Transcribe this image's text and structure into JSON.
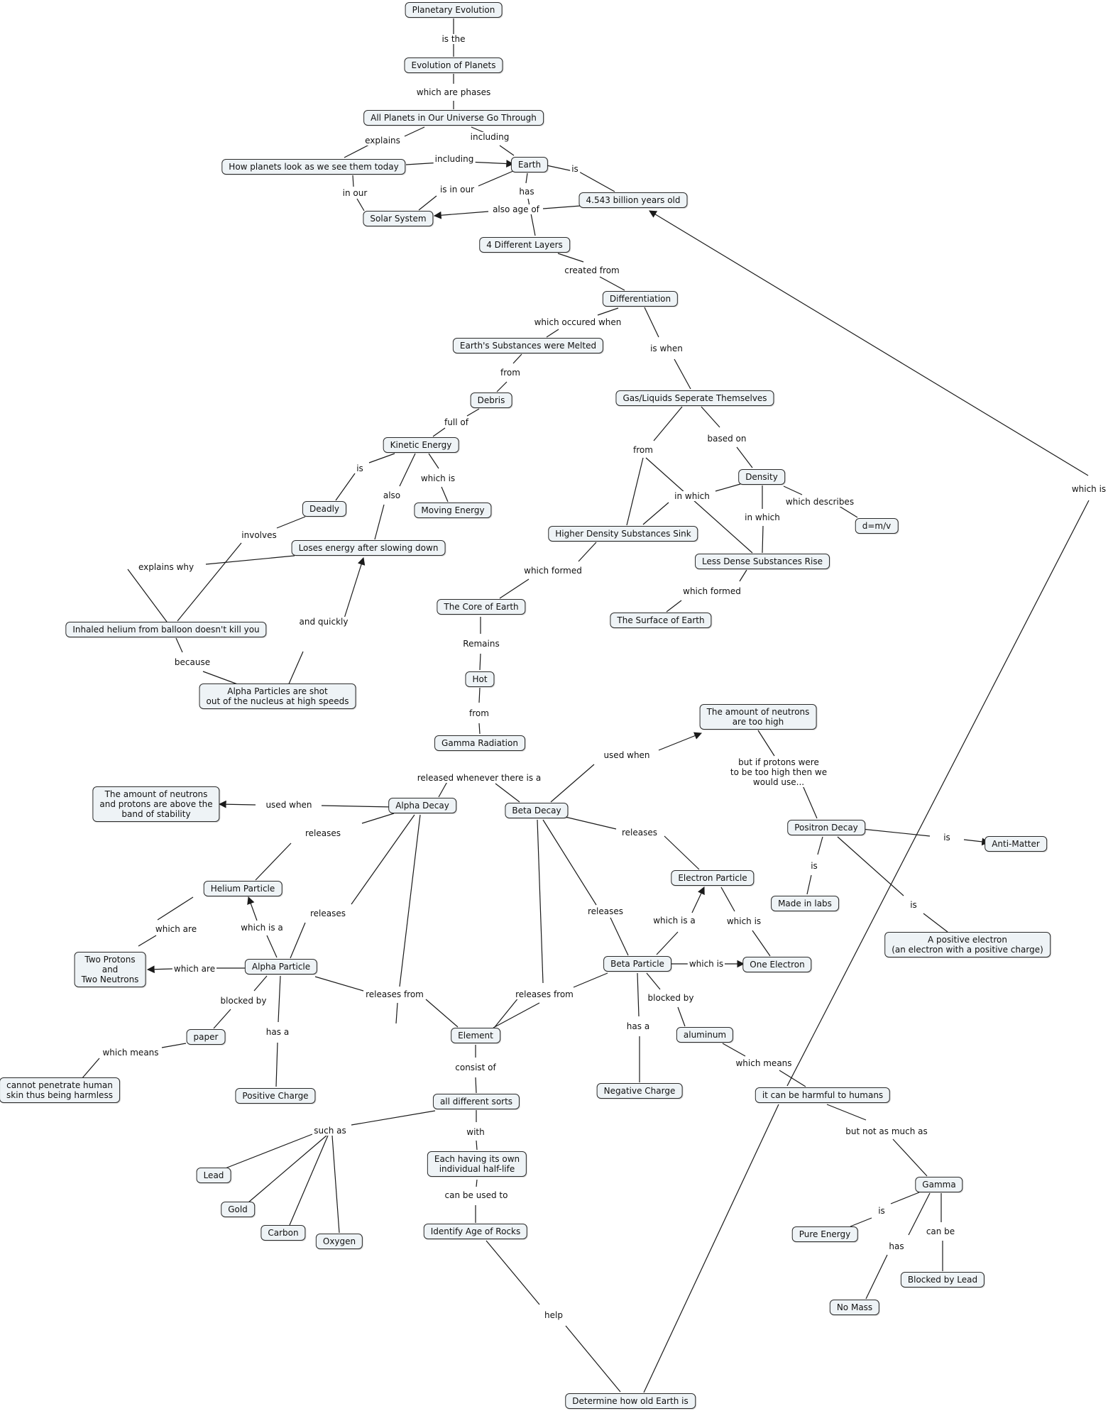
{
  "nodes": {
    "planetary_evolution": "Planetary Evolution",
    "evolution_planets": "Evolution of Planets",
    "all_planets": "All Planets in Our Universe Go Through",
    "how_planets": "How planets look as we see them today",
    "earth": "Earth",
    "age": "4.543 billion years old",
    "solar_system": "Solar System",
    "four_layers": "4 Different Layers",
    "differentiation": "Differentiation",
    "melted": "Earth's Substances were Melted",
    "debris": "Debris",
    "gas_liquids": "Gas/Liquids Seperate Themselves",
    "kinetic": "Kinetic Energy",
    "deadly": "Deadly",
    "moving_energy": "Moving Energy",
    "loses_energy": "Loses energy after slowing down",
    "density": "Density",
    "dmv": "d=m/v",
    "higher_density": "Higher Density Substances Sink",
    "less_dense": "Less Dense Substances Rise",
    "inhaled": "Inhaled helium from balloon doesn't kill you",
    "core": "The Core of Earth",
    "surface": "The Surface of Earth",
    "alpha_shot": "Alpha Particles are shot\nout of the nucleus at high speeds",
    "hot": "Hot",
    "neutrons_high": "The amount of neutrons\nare too high",
    "gamma_radiation": "Gamma Radiation",
    "neutrons_protons": "The amount of neutrons\nand protons are above the\nband of stability",
    "alpha_decay": "Alpha Decay",
    "beta_decay": "Beta Decay",
    "positron_decay": "Positron Decay",
    "anti_matter": "Anti-Matter",
    "helium_particle": "Helium Particle",
    "electron_particle": "Electron Particle",
    "made_labs": "Made in labs",
    "positive_electron": "A positive electron\n(an electron with a positive charge)",
    "two_protons": "Two Protons\nand\nTwo Neutrons",
    "alpha_particle": "Alpha Particle",
    "beta_particle": "Beta Particle",
    "one_electron": "One Electron",
    "paper": "paper",
    "element": "Element",
    "aluminum": "aluminum",
    "cannot_penetrate": "cannot penetrate human\nskin thus being harmless",
    "positive_charge": "Positive Charge",
    "negative_charge": "Negative Charge",
    "harmful": "it can be harmful to humans",
    "all_sorts": "all different sorts",
    "half_life": "Each having its own\nindividual half-life",
    "lead": "Lead",
    "gold": "Gold",
    "carbon": "Carbon",
    "oxygen": "Oxygen",
    "gamma": "Gamma",
    "pure_energy": "Pure Energy",
    "identify_age": "Identify Age of Rocks",
    "blocked_lead": "Blocked by Lead",
    "no_mass": "No Mass",
    "determine_age": "Determine how old Earth is"
  },
  "edge_labels": {
    "is_the": "is the",
    "which_are_phases": "which are phases",
    "explains": "explains",
    "including_1": "including",
    "including_2": "including",
    "is_age": "is",
    "in_our": "in our",
    "is_in_our": "is in our",
    "has_layers": "has",
    "also_age_of": "also age of",
    "created_from": "created from",
    "which_occured_when": "which occured when",
    "is_when": "is when",
    "from_debris": "from",
    "full_of": "full of",
    "from_gas": "from",
    "based_on": "based on",
    "is_deadly": "is",
    "also": "also",
    "which_is_moving": "which is",
    "in_which_1": "in which",
    "in_which_2": "in which",
    "which_describes": "which describes",
    "involves": "involves",
    "explains_why": "explains why",
    "which_formed_1": "which formed",
    "which_formed_2": "which formed",
    "and_quickly": "and quickly",
    "because": "because",
    "remains": "Remains",
    "from_gamma": "from",
    "used_when_beta": "used when",
    "but_if_protons": "but if protons were\nto be too high then we\nwould use...",
    "released_whenever": "released whenever there is a",
    "used_when_alpha": "used when",
    "releases_helium": "releases",
    "releases_electron": "releases",
    "is_anti": "is",
    "is_labs": "is",
    "is_positive": "is",
    "which_are_2p": "which are",
    "which_is_a_helium": "which is a",
    "releases_alpha": "releases",
    "releases_beta": "releases",
    "which_is_a_electron": "which is a",
    "which_is_electron": "which is",
    "which_is_one": "which is",
    "blocked_by_paper": "blocked by",
    "releases_from_1": "releases from",
    "releases_from_2": "releases from",
    "blocked_by_al": "blocked by",
    "which_means_1": "which means",
    "has_a_positive": "has a",
    "has_a_negative": "has a",
    "which_means_2": "which means",
    "consist_of": "consist of",
    "such_as": "such as",
    "with": "with",
    "but_not_as_much": "but not as much as",
    "is_pure": "is",
    "can_be_used_to": "can be used to",
    "has_mass": "has",
    "can_be": "can be",
    "help": "help",
    "which_is_long": "which is"
  },
  "colors": {
    "node_fill": "#eef3f6",
    "node_border": "#2b2b2b",
    "line": "#1a1a1a"
  }
}
